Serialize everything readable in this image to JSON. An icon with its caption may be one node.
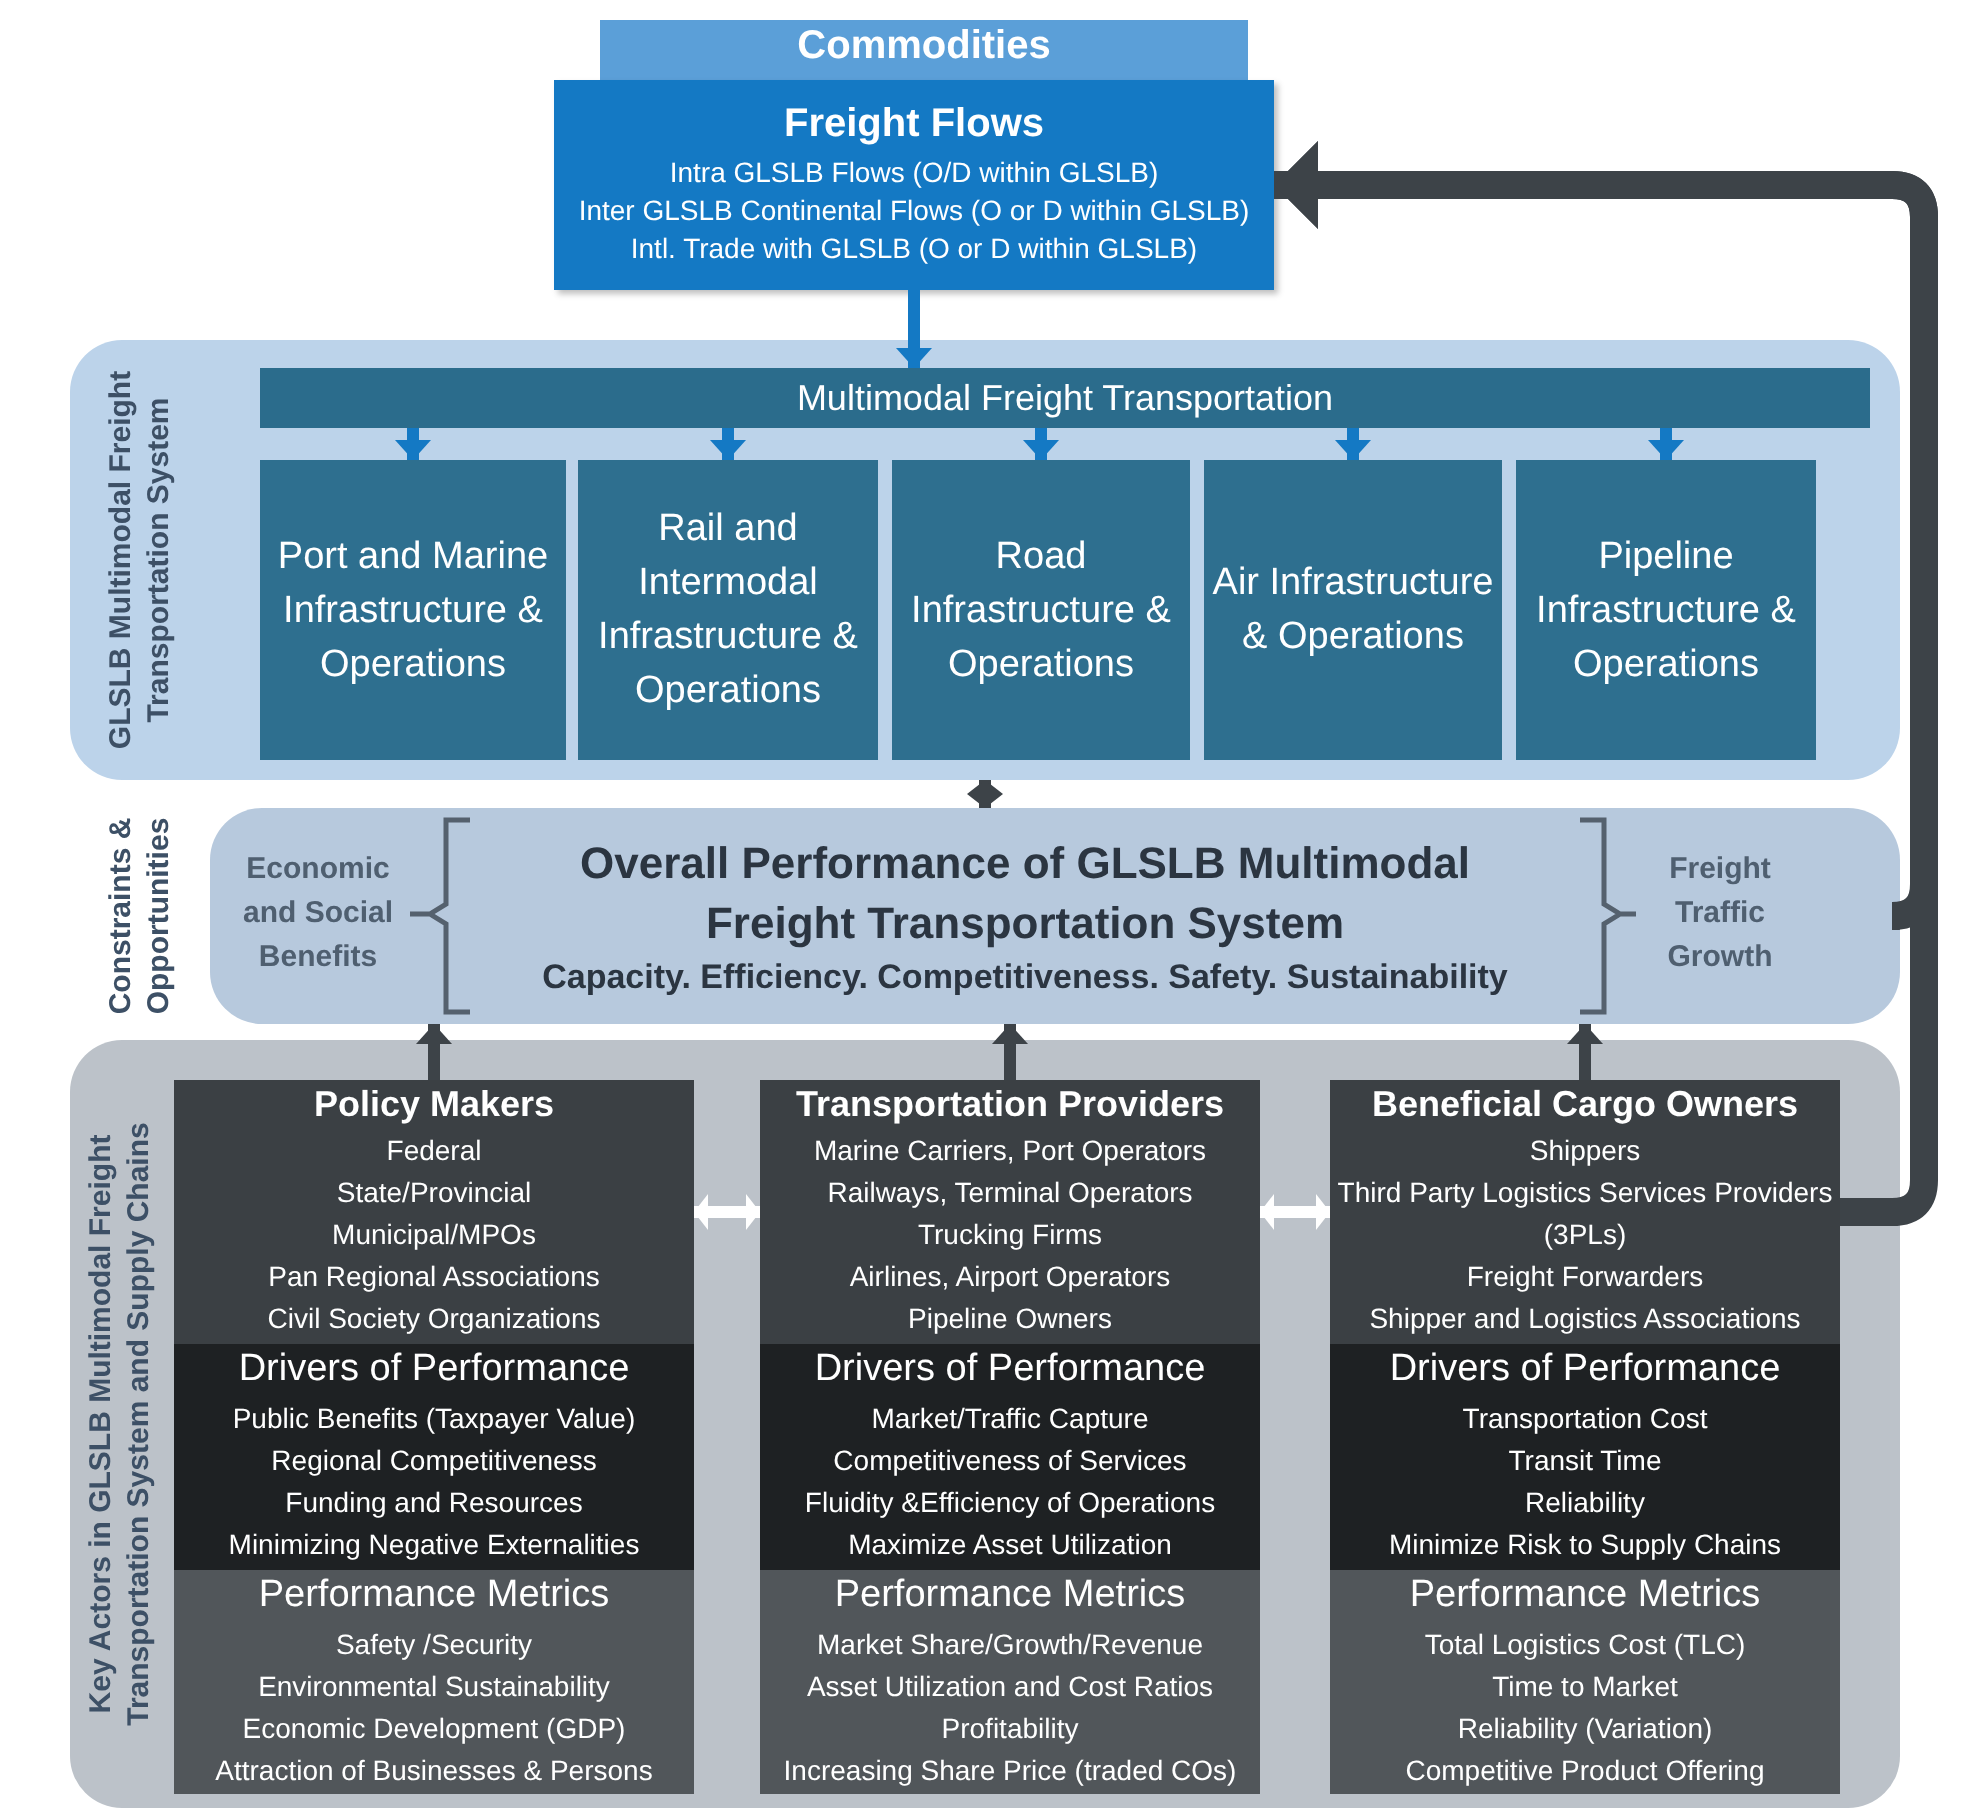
{
  "diagram": {
    "nodes": [
      {
        "text": [
          "Commodities"
        ]
      },
      {
        "text": [
          "Freight Flows",
          "Intra GLSLB Flows (O/D within GLSLB)",
          "Inter GLSLB Continental Flows (O or D within GLSLB)",
          "Intl. Trade with GLSLB (O or D within GLSLB)"
        ]
      },
      {
        "text": [
          "GLSLB Multimodal Freight Transportation System"
        ]
      },
      {
        "text": [
          "Multimodal Freight Transportation"
        ],
        "in": 2
      },
      {
        "text": [
          "Port and Marine Infrastructure & Operations"
        ],
        "in": 2
      },
      {
        "text": [
          "Rail and Intermodal Infrastructure & Operations"
        ],
        "in": 2
      },
      {
        "text": [
          "Road Infrastructure & Operations"
        ],
        "in": 2
      },
      {
        "text": [
          "Air Infrastructure & Operations"
        ],
        "in": 2
      },
      {
        "text": [
          "Pipeline Infrastructure & Operations"
        ],
        "in": 2
      },
      {
        "text": [
          "Constraints & Opportunities"
        ]
      },
      {
        "text": [
          "Economic and Social Benefits"
        ],
        "in": 9
      },
      {
        "text": [
          "Overall Performance of GLSLB Multimodal Freight Transportation System",
          "Capacity. Efficiency. Competitiveness. Safety. Sustainability"
        ],
        "in": 9
      },
      {
        "text": [
          "Freight Traffic Growth"
        ],
        "in": 9
      },
      {
        "text": [
          "Key Actors in GLSLB Multimodal Freight Transportation System and Supply Chains"
        ]
      },
      {
        "text": [
          "Policy Makers",
          "Federal",
          "State/Provincial",
          "Municipal/MPOs",
          "Pan Regional Associations",
          "Civil Society Organizations"
        ],
        "in": 13
      },
      {
        "text": [
          "Transportation Providers",
          "Marine Carriers, Port Operators",
          "Railways, Terminal Operators",
          "Trucking Firms",
          "Airlines, Airport Operators",
          "Pipeline Owners"
        ],
        "in": 13
      },
      {
        "text": [
          "Beneficial Cargo Owners",
          "Shippers",
          "Third Party Logistics Services Providers (3PLs)",
          "Freight Forwarders",
          "Shipper and Logistics Associations"
        ],
        "in": 13
      },
      {
        "text": [
          "Drivers of Performance",
          "Public Benefits (Taxpayer Value)",
          "Regional Competitiveness",
          "Funding and Resources",
          "Minimizing Negative Externalities"
        ],
        "in": 13
      },
      {
        "text": [
          "Drivers of Performance",
          "Market/Traffic Capture",
          "Competitiveness of Services",
          "Fluidity &Efficiency of Operations",
          "Maximize Asset Utilization"
        ],
        "in": 13
      },
      {
        "text": [
          "Drivers of Performance",
          "Transportation Cost",
          "Transit Time",
          "Reliability",
          "Minimize Risk to Supply Chains"
        ],
        "in": 13
      },
      {
        "text": [
          "Performance Metrics",
          "Safety /Security",
          "Environmental Sustainability",
          "Economic Development (GDP)",
          "Attraction of Businesses & Persons"
        ],
        "in": 13
      },
      {
        "text": [
          "Performance Metrics",
          "Market Share/Growth/Revenue",
          "Asset Utilization and Cost Ratios",
          "Profitability",
          "Increasing Share Price (traded COs)"
        ],
        "in": 13
      },
      {
        "text": [
          "Performance Metrics",
          "Total Logistics Cost (TLC)",
          "Time to Market",
          "Reliability (Variation)",
          "Competitive Product Offering"
        ],
        "in": 13
      }
    ],
    "edges": [
      {
        "from": 1,
        "to": 3,
        "arrow": "to"
      },
      {
        "from": 3,
        "to": 4,
        "arrow": "to"
      },
      {
        "from": 3,
        "to": 5,
        "arrow": "to"
      },
      {
        "from": 3,
        "to": 6,
        "arrow": "to"
      },
      {
        "from": 3,
        "to": 7,
        "arrow": "to"
      },
      {
        "from": 3,
        "to": 8,
        "arrow": "to"
      },
      {
        "from": 2,
        "to": 9,
        "arrow": "both",
        "color": "#3d4348"
      },
      {
        "from": 14,
        "to": 9,
        "arrow": "to",
        "color": "#3d4348"
      },
      {
        "from": 15,
        "to": 9,
        "arrow": "to",
        "color": "#3d4348"
      },
      {
        "from": 16,
        "to": 9,
        "arrow": "to",
        "color": "#3d4348"
      },
      {
        "from": 14,
        "to": 15,
        "arrow": "both",
        "color": "#ffffff"
      },
      {
        "from": 15,
        "to": 16,
        "arrow": "both",
        "color": "#ffffff"
      },
      {
        "from": 9,
        "to": 1,
        "arrow": "to",
        "style": "thick",
        "color": "#3d4348"
      },
      {
        "from": 16,
        "to": 1,
        "arrow": "to",
        "style": "thick",
        "color": "#3d4348"
      }
    ]
  }
}
